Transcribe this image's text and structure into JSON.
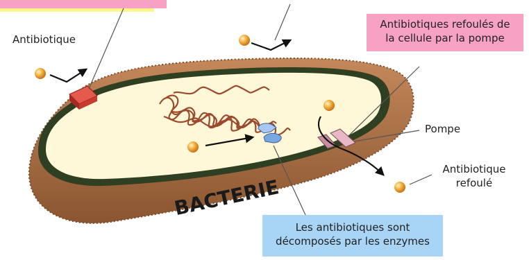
{
  "labels": {
    "antibiotic": "Antibiotique",
    "pump_box_line1": "Antibiotiques refoulés de",
    "pump_box_line2": "la cellule par la pompe",
    "pump": "Pompe",
    "expelled_line1": "Antibiotique",
    "expelled_line2": "refoulé",
    "enzymes_line1": "Les antibiotiques sont",
    "enzymes_line2": "décomposés par les enzymes",
    "bacteria": "BACTERIE"
  },
  "colors": {
    "pink_box": "#f7a1c4",
    "yellow_box": "#fff58a",
    "blue_box": "#a8d4f5",
    "wall_brown": "#a5683d",
    "cytoplasm": "#fff8d8",
    "dna": "#9b4a2e",
    "receptor_red": "#d8403a",
    "enzyme_blue": "#7aa7e0",
    "pump_pink": "#e7b9c6",
    "antibiotic_orange": "#f2a33a"
  }
}
